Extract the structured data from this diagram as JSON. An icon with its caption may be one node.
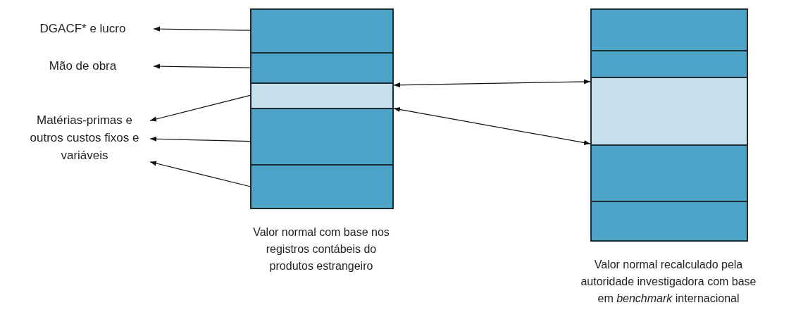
{
  "diagram": {
    "nodes": [
      {
        "text": [
          "DGACF* e lucro"
        ]
      },
      {
        "text": [
          "Mão de obra"
        ]
      },
      {
        "text": [
          "Matérias-primas e outros custos fixos e variáveis"
        ]
      },
      {
        "text": [],
        "shape": "bar",
        "beside": [
          "Valor normal com base nos registros contábeis do produtos estrangeiro"
        ]
      },
      {
        "text": [],
        "shape": "box",
        "in": 3
      },
      {
        "text": [],
        "shape": "box",
        "in": 3
      },
      {
        "text": [],
        "shape": "box",
        "in": 3
      },
      {
        "text": [],
        "shape": "box",
        "in": 3
      },
      {
        "text": [],
        "shape": "box",
        "in": 3
      },
      {
        "text": [],
        "shape": "bar",
        "beside": [
          "Valor normal recalculado pela autoridade investigadora com base em *benchmark* internacional"
        ]
      },
      {
        "text": [],
        "shape": "box",
        "in": 9
      },
      {
        "text": [],
        "shape": "box",
        "in": 9
      },
      {
        "text": [],
        "shape": "box",
        "in": 9
      },
      {
        "text": [],
        "shape": "box",
        "in": 9
      },
      {
        "text": [],
        "shape": "box",
        "in": 9
      }
    ],
    "edges": [
      {
        "from": 4,
        "to": 0,
        "arrow": "to"
      },
      {
        "from": 5,
        "to": 1,
        "arrow": "to"
      },
      {
        "from": 6,
        "to": 2,
        "arrow": "to"
      },
      {
        "from": 7,
        "to": 2,
        "arrow": "to"
      },
      {
        "from": 8,
        "to": 2,
        "arrow": "to"
      },
      {
        "from": 6,
        "to": 12,
        "arrow": "both"
      },
      {
        "from": 6,
        "to": 12,
        "arrow": "both"
      }
    ]
  }
}
